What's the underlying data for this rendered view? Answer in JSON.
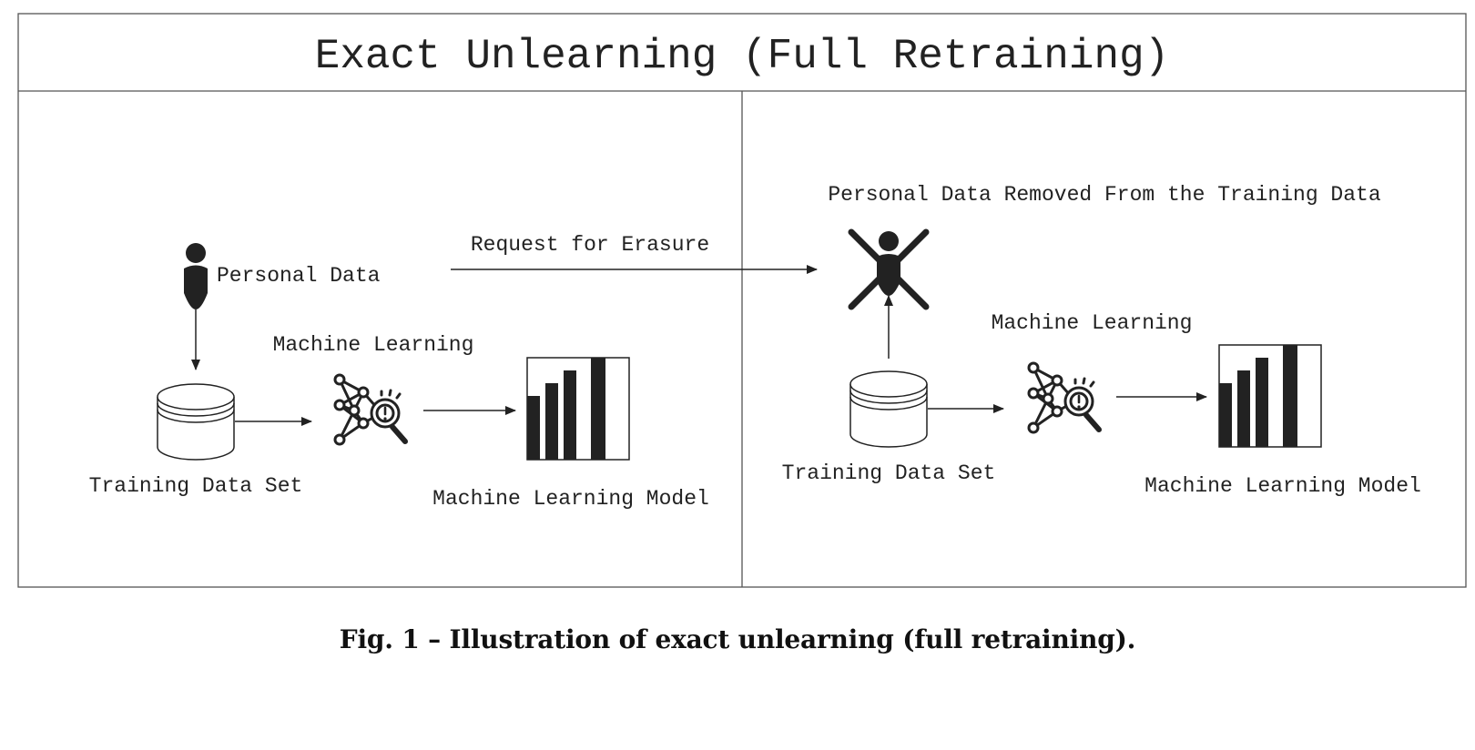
{
  "title": "Exact Unlearning (Full Retraining)",
  "left_panel": {
    "personal_data_label": "Personal Data",
    "training_data_label": "Training Data Set",
    "machine_learning_label": "Machine Learning",
    "model_label": "Machine Learning Model",
    "person_icon": "person-icon",
    "database_icon": "database-icon",
    "ml_icon": "neural-network-magnifier-icon",
    "model_icon": "bar-chart-icon"
  },
  "request_label": "Request for Erasure",
  "right_panel": {
    "removed_label": "Personal Data Removed From the Training Data",
    "training_data_label": "Training Data Set",
    "machine_learning_label": "Machine Learning",
    "model_label": "Machine Learning Model",
    "person_icon": "crossed-out-person-icon",
    "database_icon": "database-icon",
    "ml_icon": "neural-network-magnifier-icon",
    "model_icon": "bar-chart-icon"
  },
  "caption": "Fig. 1 – Illustration of exact unlearning (full retraining).",
  "colors": {
    "ink": "#222222",
    "border": "#555555",
    "background": "#ffffff"
  }
}
